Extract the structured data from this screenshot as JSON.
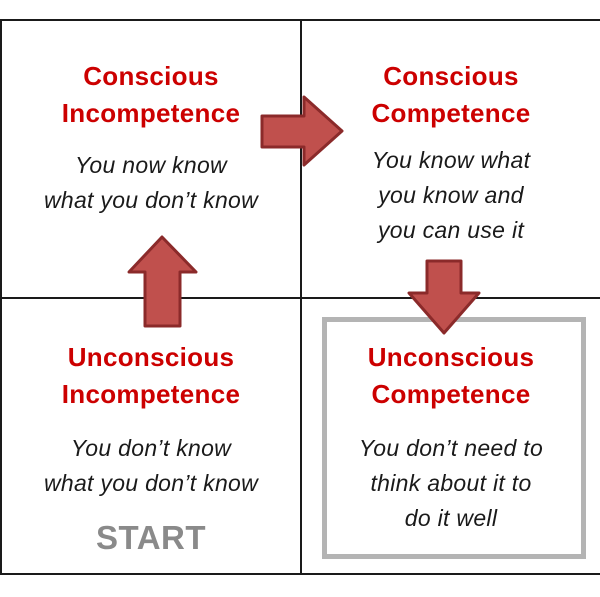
{
  "quadrants": {
    "top_left": {
      "title_line1": "Conscious",
      "title_line2": "Incompetence",
      "desc_line1": "You now know",
      "desc_line2": "what you don’t know"
    },
    "top_right": {
      "title_line1": "Conscious",
      "title_line2": "Competence",
      "desc_line1": "You know what",
      "desc_line2": "you know and",
      "desc_line3": "you can use it"
    },
    "bottom_left": {
      "title_line1": "Unconscious",
      "title_line2": "Incompetence",
      "desc_line1": "You don’t know",
      "desc_line2": "what you don’t know",
      "start_label": "START"
    },
    "bottom_right": {
      "title_line1": "Unconscious",
      "title_line2": "Competence",
      "desc_line1": "You don’t need to",
      "desc_line2": "think about it to",
      "desc_line3": "do it well"
    }
  },
  "colors": {
    "title": "#cc0000",
    "arrow_fill": "#c0504d",
    "arrow_stroke": "#8b2a2a",
    "grid": "#1a1a1a",
    "start": "#8a8a8a",
    "highlight_border": "#b4b4b4"
  },
  "icons": {
    "arrow_up": "arrow-up-icon",
    "arrow_right": "arrow-right-icon",
    "arrow_down": "arrow-down-icon"
  }
}
